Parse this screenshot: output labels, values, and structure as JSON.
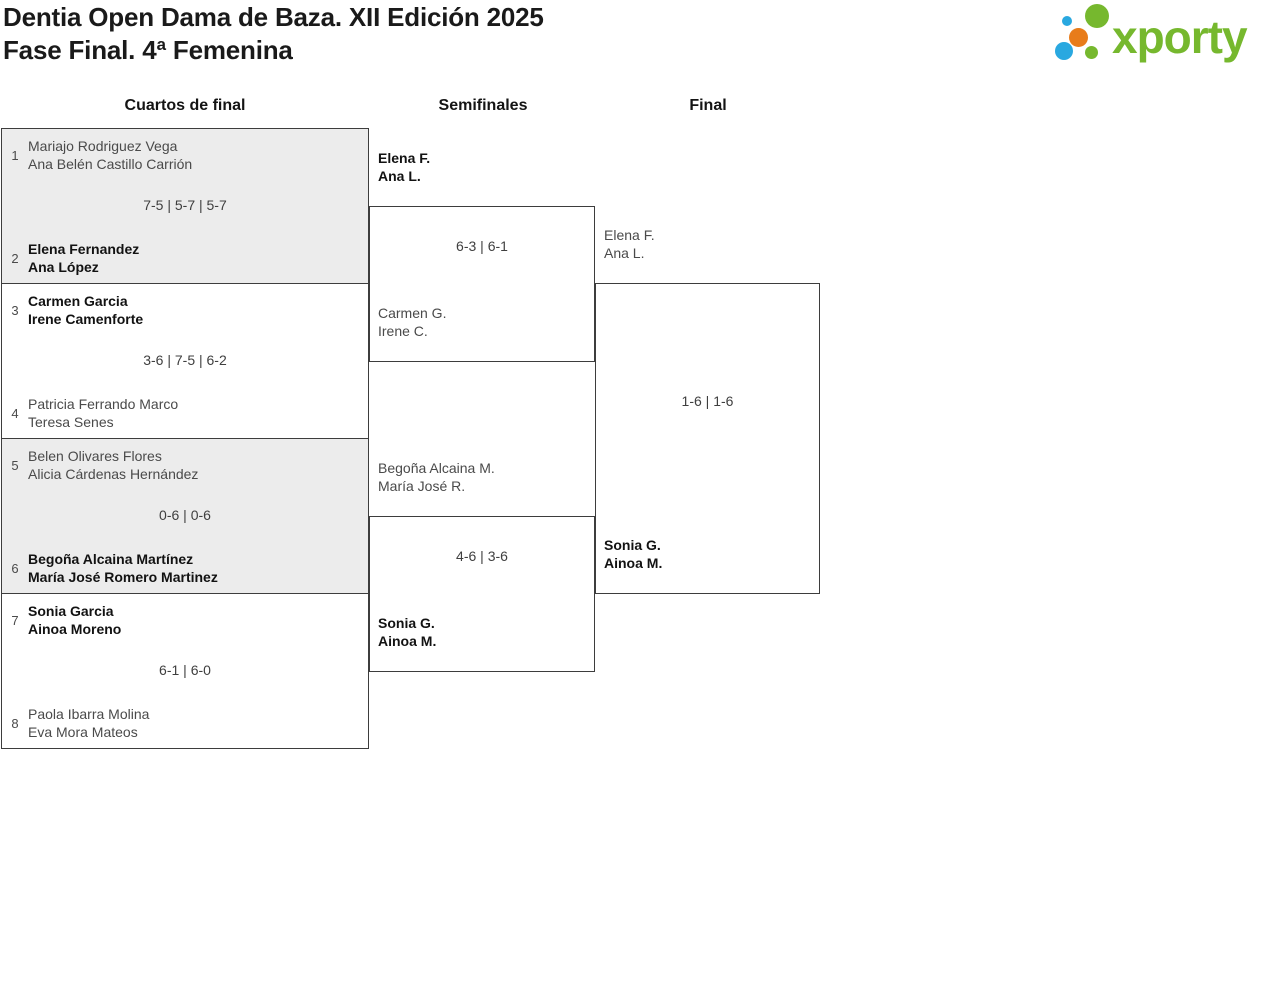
{
  "header": {
    "title_line1": "Dentia Open Dama de Baza. XII Edición 2025",
    "title_line2": "Fase Final. 4ª Femenina",
    "logo_text": "xporty"
  },
  "columns": [
    {
      "label": "Cuartos de final"
    },
    {
      "label": "Semifinales"
    },
    {
      "label": "Final"
    }
  ],
  "colors": {
    "logo_green": "#76b82e",
    "logo_blue": "#29a8e0",
    "logo_orange": "#e87c1a",
    "shaded_box": "#ececec",
    "border": "#3d3d3d"
  },
  "bracket": {
    "quarterfinals": [
      {
        "teams": [
          {
            "seed": "1",
            "players": [
              "Mariajo Rodriguez Vega",
              "Ana Belén Castillo Carrión"
            ],
            "winner": false
          },
          {
            "seed": "2",
            "players": [
              "Elena Fernandez",
              "Ana López"
            ],
            "winner": true
          }
        ],
        "score": "7-5 | 5-7 | 5-7"
      },
      {
        "teams": [
          {
            "seed": "3",
            "players": [
              "Carmen Garcia",
              "Irene Camenforte"
            ],
            "winner": true
          },
          {
            "seed": "4",
            "players": [
              "Patricia Ferrando Marco",
              "Teresa Senes"
            ],
            "winner": false
          }
        ],
        "score": "3-6 | 7-5 | 6-2"
      },
      {
        "teams": [
          {
            "seed": "5",
            "players": [
              "Belen Olivares Flores",
              "Alicia Cárdenas Hernández"
            ],
            "winner": false
          },
          {
            "seed": "6",
            "players": [
              "Begoña Alcaina Martínez",
              "María José Romero Martinez"
            ],
            "winner": true
          }
        ],
        "score": "0-6 | 0-6"
      },
      {
        "teams": [
          {
            "seed": "7",
            "players": [
              "Sonia Garcia",
              "Ainoa Moreno"
            ],
            "winner": true
          },
          {
            "seed": "8",
            "players": [
              "Paola Ibarra Molina",
              "Eva Mora Mateos"
            ],
            "winner": false
          }
        ],
        "score": "6-1 | 6-0"
      }
    ],
    "semifinals": [
      {
        "teams": [
          {
            "players": [
              "Elena F.",
              "Ana L."
            ],
            "winner": true
          },
          {
            "players": [
              "Carmen G.",
              "Irene C."
            ],
            "winner": false
          }
        ],
        "score": "6-3 | 6-1"
      },
      {
        "teams": [
          {
            "players": [
              "Begoña Alcaina M.",
              "María José R."
            ],
            "winner": false
          },
          {
            "players": [
              "Sonia G.",
              "Ainoa M."
            ],
            "winner": true
          }
        ],
        "score": "4-6 | 3-6"
      }
    ],
    "final": {
      "teams": [
        {
          "players": [
            "Elena F.",
            "Ana L."
          ],
          "winner": false
        },
        {
          "players": [
            "Sonia G.",
            "Ainoa M."
          ],
          "winner": true
        }
      ],
      "score": "1-6 | 1-6"
    }
  }
}
